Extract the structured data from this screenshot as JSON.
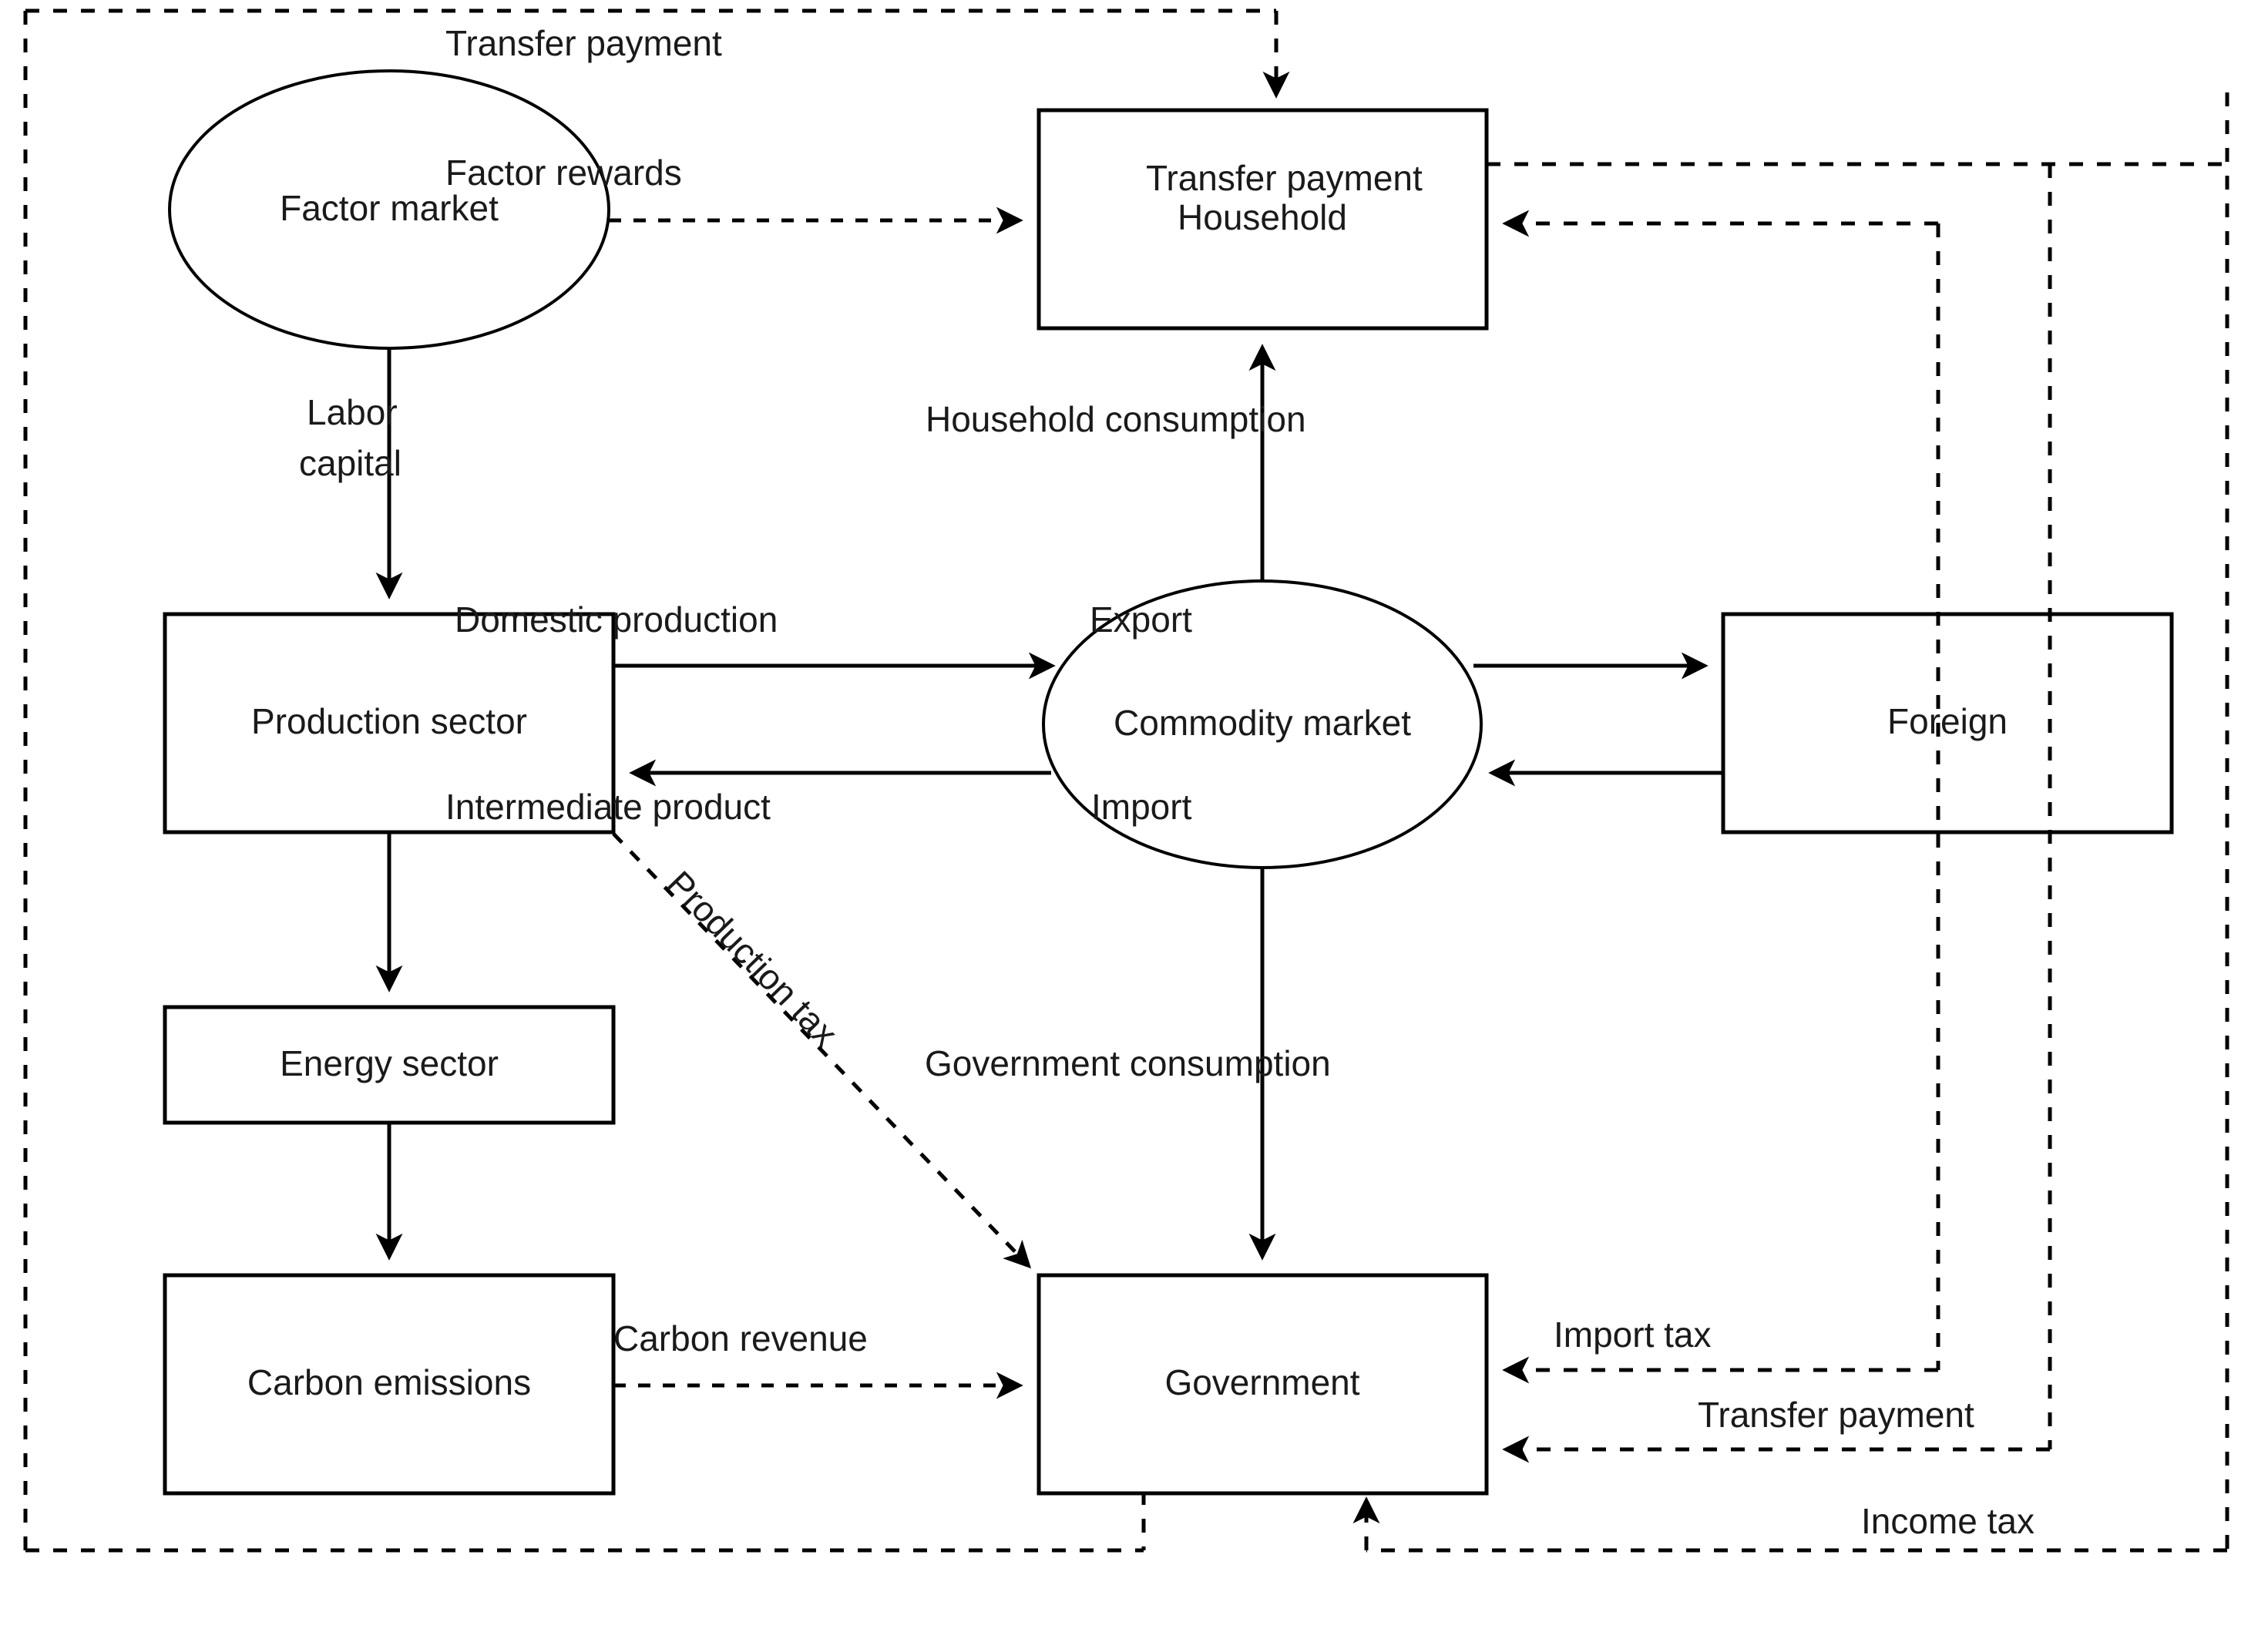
{
  "diagram": {
    "title": "Economic flow diagram (CGE model structure)",
    "nodes": {
      "factor_market": "Factor market",
      "household": "Household",
      "production_sector": "Production sector",
      "commodity_market": "Commodity market",
      "foreign": "Foreign",
      "energy_sector": "Energy sector",
      "carbon_emissions": "Carbon emissions",
      "government": "Government"
    },
    "edges": {
      "transfer_payment_top": "Transfer payment",
      "factor_rewards": "Factor rewards",
      "transfer_payment_household": "Transfer payment",
      "labor_capital_line1": "Labor",
      "labor_capital_line2": "capital",
      "household_consumption": "Household consumption",
      "domestic_production": "Domestic production",
      "intermediate_product": "Intermediate product",
      "export": "Export",
      "import": "Import",
      "production_tax": "Production tax",
      "government_consumption": "Government consumption",
      "carbon_revenue": "Carbon revenue",
      "import_tax": "Import tax",
      "transfer_payment_government": "Transfer payment",
      "income_tax": "Income tax"
    },
    "colors": {
      "stroke": "#000000",
      "fill": "#ffffff",
      "text": "#1a1a1a"
    }
  }
}
